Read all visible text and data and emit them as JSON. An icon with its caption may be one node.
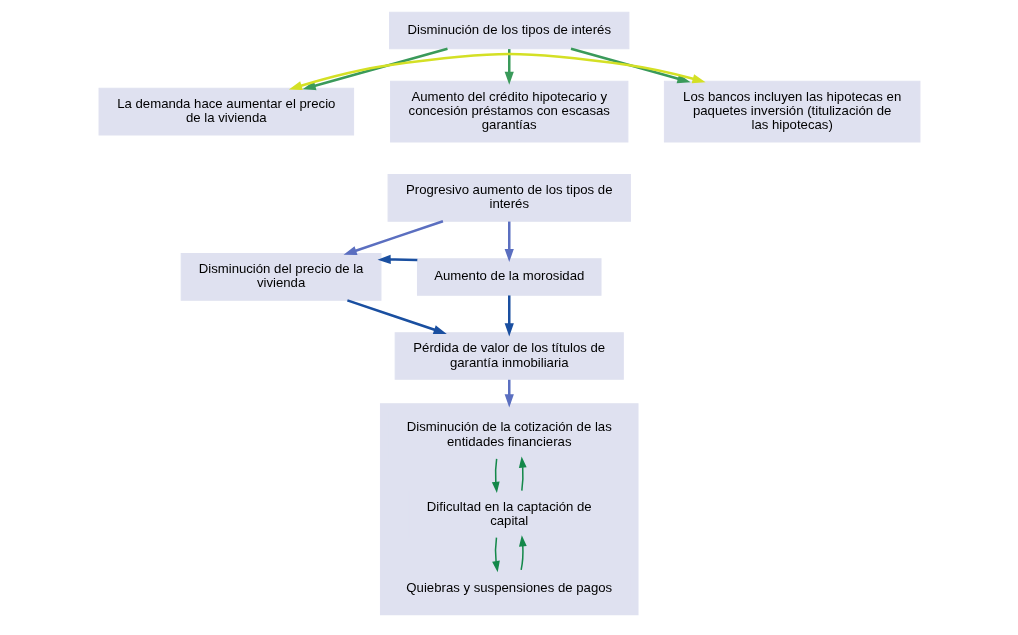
{
  "diagram": {
    "nodes": [
      {
        "text": [
          "Disminución de los tipos de interés"
        ]
      },
      {
        "text": [
          "Aumento del crédito hipotecario y concesión préstamos con escasas garantías"
        ]
      },
      {
        "text": [
          "La demanda hace aumentar el precio de la vivienda"
        ]
      },
      {
        "text": [
          "Los bancos incluyen las hipotecas en paquetes inversión (titulización de las hipotecas)"
        ]
      },
      {
        "text": [
          "Progresivo aumento de los tipos de interés"
        ]
      },
      {
        "text": [
          "Disminución del precio de la vivienda"
        ]
      },
      {
        "text": [
          "Aumento de la morosidad"
        ]
      },
      {
        "text": [
          "Pérdida de valor de los títulos de garantía inmobiliaria"
        ]
      },
      {
        "text": [],
        "shape": "box"
      },
      {
        "text": [
          "Disminución de la cotización de las entidades financieras"
        ],
        "in": 8
      },
      {
        "text": [
          "Dificultad en la captación de capital"
        ],
        "in": 8
      },
      {
        "text": [
          "Quiebras y suspensiones de pagos"
        ],
        "in": 8
      }
    ],
    "edges": [
      {
        "from": 0,
        "to": 2,
        "arrow": "to"
      },
      {
        "from": 0,
        "to": 1,
        "arrow": "to"
      },
      {
        "from": 0,
        "to": 3,
        "arrow": "to"
      },
      {
        "from": 2,
        "to": 3,
        "arrow": "both",
        "color": "#d4e025"
      },
      {
        "from": 4,
        "to": 5,
        "arrow": "to",
        "color": "#5b6fc0"
      },
      {
        "from": 4,
        "to": 6,
        "arrow": "to",
        "color": "#5b6fc0"
      },
      {
        "from": 6,
        "to": 5,
        "arrow": "to",
        "color": "#1a4fa0"
      },
      {
        "from": 5,
        "to": 7,
        "arrow": "to",
        "color": "#1a4fa0"
      },
      {
        "from": 6,
        "to": 7,
        "arrow": "to",
        "color": "#1a4fa0"
      },
      {
        "from": 7,
        "to": 8,
        "arrow": "to",
        "color": "#5b6fc0"
      },
      {
        "from": 9,
        "to": 10,
        "arrow": "to",
        "color": "#14884a"
      },
      {
        "from": 10,
        "to": 11,
        "arrow": "to",
        "color": "#14884a"
      },
      {
        "from": 10,
        "to": 9,
        "arrow": "to",
        "color": "#14884a"
      },
      {
        "from": 11,
        "to": 10,
        "arrow": "to",
        "color": "#14884a"
      }
    ]
  }
}
